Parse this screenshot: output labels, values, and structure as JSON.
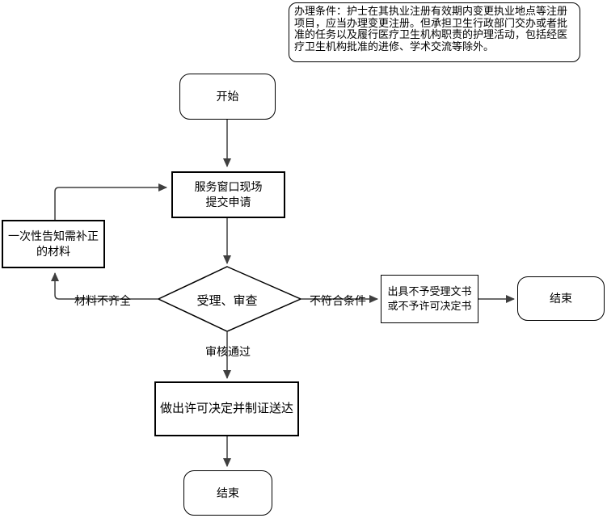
{
  "colors": {
    "line": "#3f3f3f",
    "border": "#000000",
    "bg": "#ffffff",
    "text": "#000000"
  },
  "annotation": {
    "title": "办理条件：",
    "body": "护士在其执业注册有效期内变更执业地点等注册项目，应当办理变更注册。但承担卫生行政部门交办或者批准的任务以及履行医疗卫生机构职责的护理活动，包括经医疗卫生机构批准的进修、学术交流等除外。"
  },
  "nodes": {
    "start": {
      "label": "开始"
    },
    "submit": {
      "lines": [
        "服务窗口现场",
        "提交申请"
      ]
    },
    "notify": {
      "lines": [
        "一次性告知需补正",
        "的材料"
      ]
    },
    "review": {
      "label": "受理、审查"
    },
    "reject": {
      "lines": [
        "出具不予受理文书",
        "或不予许可决定书"
      ]
    },
    "end_right": {
      "label": "结束"
    },
    "decide": {
      "label": "做出许可决定并制证送达"
    },
    "end_bottom": {
      "label": "结束"
    }
  },
  "edges": {
    "incomplete": "材料不齐全",
    "not_qualified": "不符合条件",
    "approved": "审核通过"
  }
}
